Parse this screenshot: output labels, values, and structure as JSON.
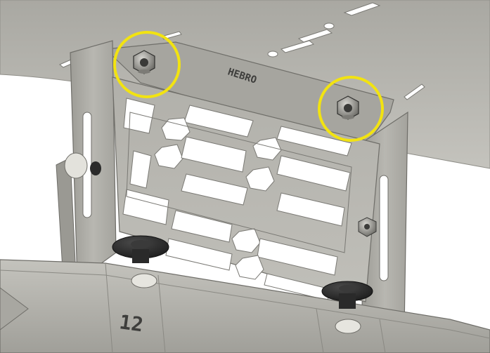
{
  "image": {
    "description_free": true,
    "highlight_color": "#f2e311",
    "sheet_metal_color": "#b5b4ae",
    "background_color": "#ffffff"
  },
  "engravings": {
    "top_plate_text": "HEBRO",
    "bottom_plate_number": "12"
  },
  "annotations": {
    "circles": [
      {
        "target": "left-top-nut"
      },
      {
        "target": "right-top-nut"
      }
    ]
  }
}
